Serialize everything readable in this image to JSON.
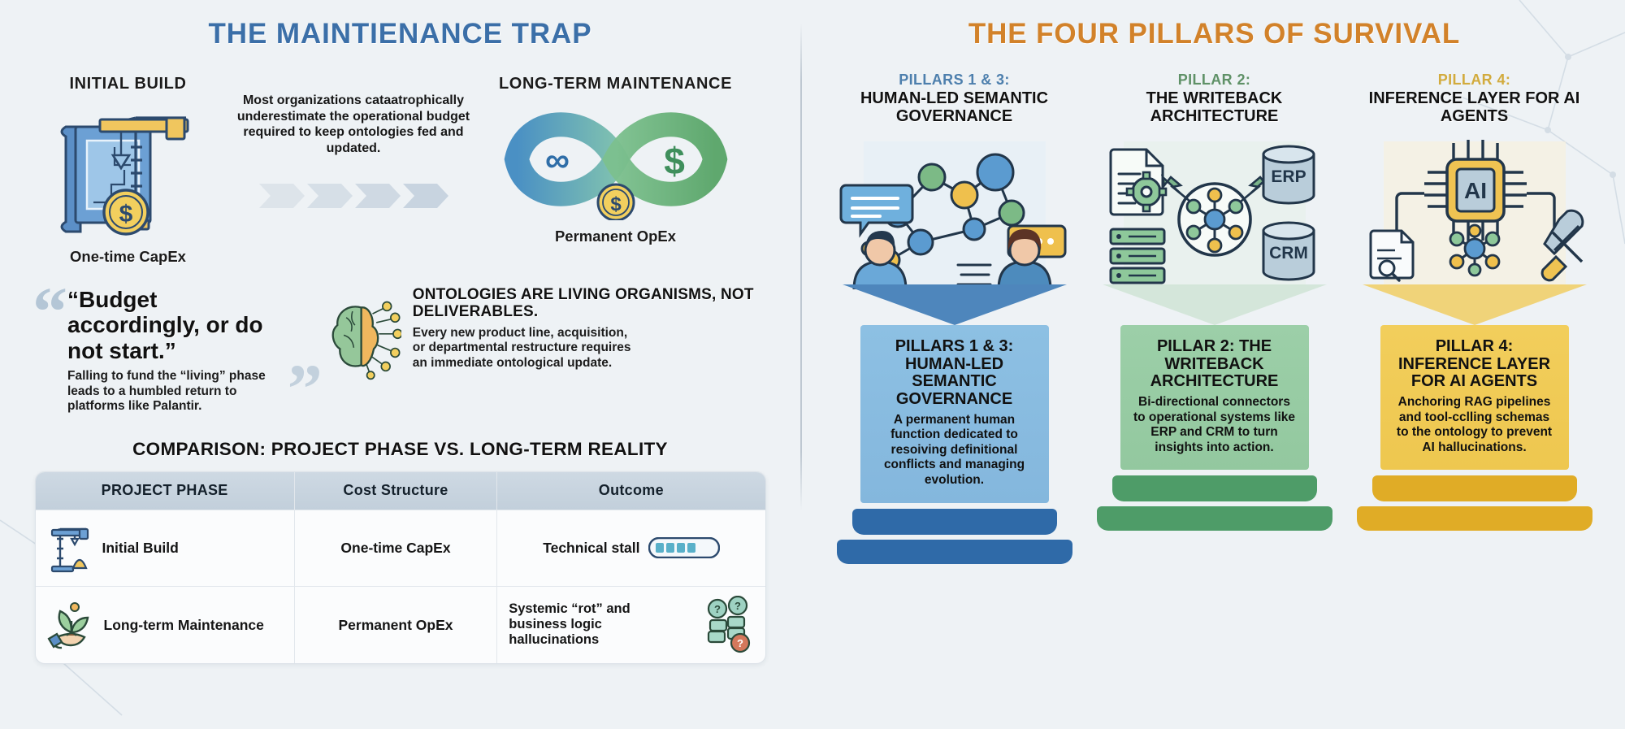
{
  "left": {
    "heading": "THE MAINTIENANCE TRAP",
    "build_label": "INITIAL BUILD",
    "build_caption": "One-time CapEx",
    "middle_text": "Most organizations cataatrophically underestimate the operational budget required to keep ontologies fed and updated.",
    "maintenance_label": "LONG-TERM MAINTENANCE",
    "maintenance_caption": "Permanent OpEx",
    "quote": "“Budget accordingly, or do not start.”",
    "quote_sub": "Falling to fund the “living” phase leads to a humbled return to platforms like Palantir.",
    "onto_title": "ONTOLOGIES ARE LIVING ORGANISMS, NOT DELIVERABLES.",
    "onto_body": "Every new product line, acquisition, or departmental restructure requires an immediate ontological update.",
    "table_title": "COMPARISON: PROJECT PHASE VS. LONG-TERM REALITY",
    "table": {
      "headers": [
        "PROJECT PHASE",
        "Cost Structure",
        "Outcome"
      ],
      "rows": [
        {
          "phase": "Initial Build",
          "cost": "One-time CapEx",
          "outcome": "Technical stall",
          "icon": "crane-icon",
          "outcome_icon": "progress-bar-icon"
        },
        {
          "phase": "Long-term Maintenance",
          "cost": "Permanent OpEx",
          "outcome": "Systemic “rot” and business logic hallucinations",
          "icon": "sprout-hand-icon",
          "outcome_icon": "broken-stack-icon"
        }
      ]
    }
  },
  "right": {
    "heading": "THE FOUR PILLARS OF SURVIVAL",
    "pillars": [
      {
        "kicker": "PILLARS 1 & 3:",
        "title": "HUMAN-LED SEMANTIC GOVERNANCE",
        "card_title": "PILLARS 1 & 3: HUMAN-LED SEMANTIC GOVERNANCE",
        "body": "A permanent human function dedicated to resoiving definitional conflicts and managing evolution.",
        "kicker_color": "#4d7fad",
        "art": "network-people-icon"
      },
      {
        "kicker": "PILLAR 2:",
        "title": "THE WRITEBACK ARCHITECTURE",
        "card_title": "PILLAR 2: THE WRITEBACK ARCHITECTURE",
        "body": "Bi-directional connectors to operational systems like ERP and CRM to turn insights into action.",
        "kicker_color": "#5f9167",
        "art": "erp-crm-hub-icon",
        "db_labels": [
          "ERP",
          "CRM"
        ]
      },
      {
        "kicker": "PILLAR 4:",
        "title": "INFERENCE LAYER FOR AI AGENTS",
        "card_title": "PILLAR 4: INFERENCE LAYER FOR AI AGENTS",
        "body": "Anchoring RAG pipelines and tool-cclling schemas to the ontology to prevent AI hallucinations.",
        "kicker_color": "#d2ab3d",
        "art": "ai-chip-icon",
        "chip_label": "AI"
      }
    ]
  },
  "colors": {
    "blue_title": "#3b6fa8",
    "orange_title": "#d2822a",
    "pillar_blue": "#7db5de",
    "pillar_green": "#8cc79a",
    "pillar_yellow": "#efc549",
    "background": "#eef2f5"
  }
}
